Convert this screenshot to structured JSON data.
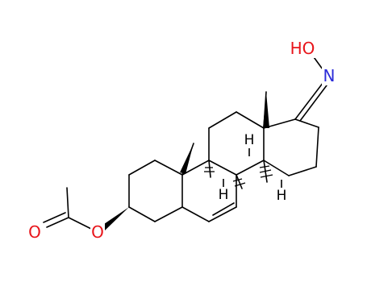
{
  "molecule": {
    "atoms": {
      "hydroxyl_group": "HO",
      "oxime_nitrogen": "N",
      "acetate_oxygen": "O",
      "carbonyl_oxygen": "O",
      "stereo_h_c8": "H",
      "stereo_h_c9": "H",
      "stereo_h_c14": "H"
    },
    "colors": {
      "bond": "#000000",
      "oxygen": "#e8141a",
      "nitrogen": "#2b2bd8",
      "hydrogen": "#000000"
    }
  }
}
